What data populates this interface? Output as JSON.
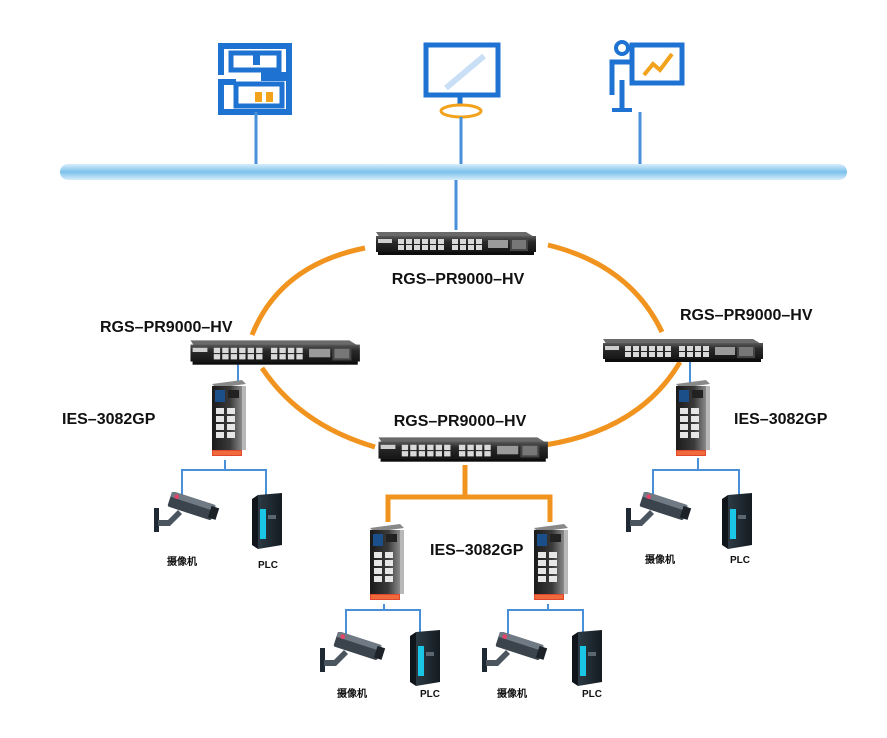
{
  "diagram": {
    "top_icons": [
      "server-icon",
      "monitor-icon",
      "presenter-icon"
    ],
    "ring_switches": {
      "top": "RGS–PR9000–HV",
      "left": "RGS–PR9000–HV",
      "right": "RGS–PR9000–HV",
      "bottom": "RGS–PR9000–HV"
    },
    "edge_switches": {
      "left": "IES–3082GP",
      "right": "IES–3082GP",
      "center": "IES–3082GP"
    },
    "end_devices": {
      "camera": "摄像机",
      "plc": "PLC"
    },
    "colors": {
      "bus": "#7cc1ec",
      "ring_link": "#f1941f",
      "tree_link": "#4a90d9",
      "icon_blue": "#1e73d2",
      "icon_orange": "#f2a21b",
      "plc_accent": "#19c6e6"
    }
  }
}
